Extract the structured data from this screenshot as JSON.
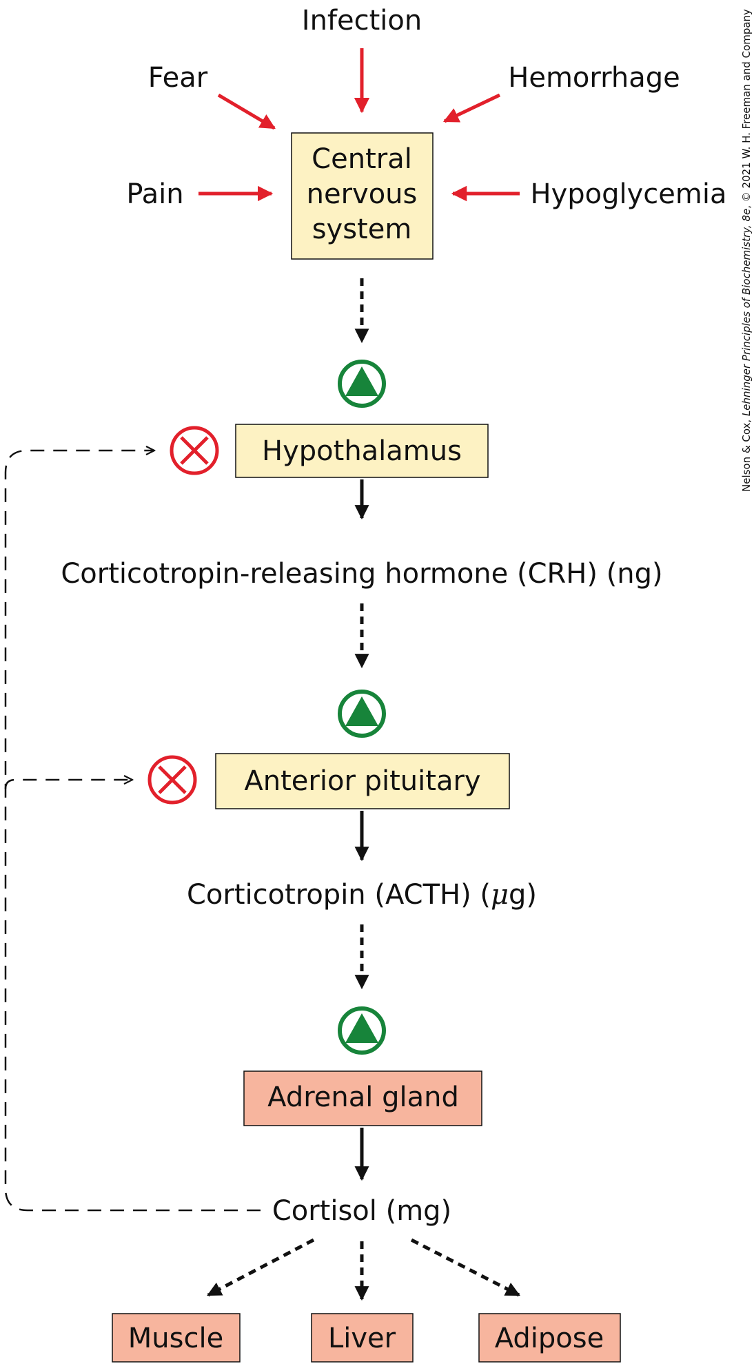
{
  "stimuli": {
    "infection": "Infection",
    "fear": "Fear",
    "hemorrhage": "Hemorrhage",
    "pain": "Pain",
    "hypoglycemia": "Hypoglycemia"
  },
  "boxes": {
    "cns": [
      "Central",
      "nervous",
      "system"
    ],
    "hypothalamus": "Hypothalamus",
    "anterior_pituitary": "Anterior pituitary",
    "adrenal_gland": "Adrenal gland",
    "muscle": "Muscle",
    "liver": "Liver",
    "adipose": "Adipose"
  },
  "hormones": {
    "crh": "Corticotropin-releasing hormone (CRH) (ng)",
    "acth_prefix": "Corticotropin (ACTH) (",
    "acth_mu": "μ",
    "acth_suffix": "g)",
    "cortisol": "Cortisol (mg)"
  },
  "credit": {
    "prefix": "Nelson & Cox, ",
    "book": "Lehninger Principles of Biochemistry, 8e",
    "suffix": ", © 2021 W. H. Freeman and Company"
  },
  "colors": {
    "stimulus_arrow": "#e2202b",
    "stimulate_symbol": "#17843a",
    "inhibit_symbol": "#e2202b",
    "box_yellow": "#fdf2c3",
    "box_salmon": "#f7b59e"
  }
}
